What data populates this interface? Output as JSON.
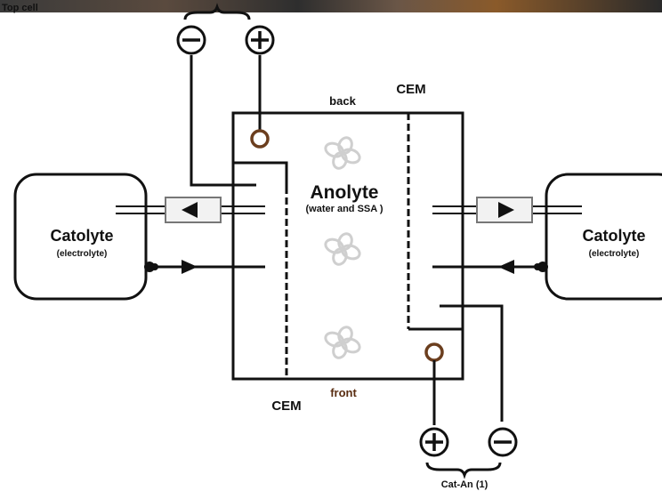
{
  "top_caption": "Top cell",
  "cell": {
    "title": "Anolyte",
    "subtitle": "(water and SSA )",
    "back_label": "back",
    "front_label": "front",
    "membrane_top_label": "CEM",
    "membrane_bottom_label": "CEM"
  },
  "left_tank": {
    "title": "Catolyte",
    "subtitle": "(electrolyte)"
  },
  "right_tank": {
    "title": "Catolyte",
    "subtitle": "(electrolyte)"
  },
  "top_terminals": {
    "negative": "−",
    "positive": "+"
  },
  "bottom_terminals": {
    "positive": "+",
    "negative": "−",
    "caption": "Cat-An (1)"
  },
  "colors": {
    "line": "#111111",
    "electrode_port": "#6b3e1e",
    "label_brown": "#5a2e12",
    "impeller": "#d6d6d6",
    "pump_fill": "#f2f2f2"
  }
}
